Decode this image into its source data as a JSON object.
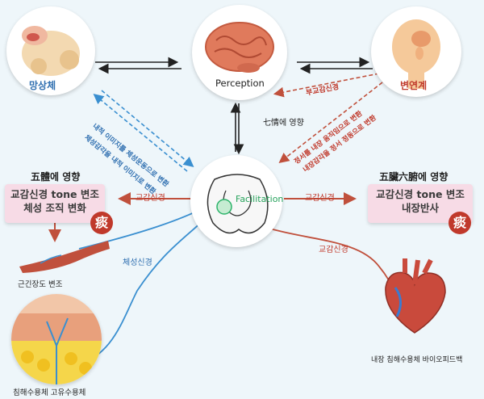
{
  "nodes": {
    "mangsangche": "망상체",
    "perception": "Perception",
    "byeonyeongye": "변연계",
    "facilitation": "Facilitation"
  },
  "arrow_labels": {
    "left_blue_1": "내적 이미지를 체성운동으로 변환",
    "left_blue_2": "체성감각을 내적 이미지로 변환",
    "right_red_top": "부교감신경",
    "right_red_1": "정서를 내장 움직임으로 변환",
    "right_red_2": "내장감각을 정서 정동으로 변환",
    "chiljeong": "七情에 영향",
    "left_sympathetic": "교감신경",
    "right_sympathetic": "교감신경",
    "somatic_nerve": "체성신경",
    "heart_sympathetic": "교감신경"
  },
  "left_panel": {
    "heading": "五體에 영향",
    "line1": "교감신경 tone 변조",
    "line2": "체성 조직 변화",
    "badge": "痰"
  },
  "right_panel": {
    "heading": "五臟六腑에 영향",
    "line1": "교감신경 tone 변조",
    "line2": "내장반사",
    "badge": "痰"
  },
  "captions": {
    "muscle": "근긴장도 변조",
    "skin": "침해수용체  고유수용체",
    "heart": "내장 침해수용체 바이오피드백"
  },
  "colors": {
    "blue_label": "#2f6fb0",
    "red_label": "#c0392b",
    "arrow_blue": "#3a8fd0",
    "arrow_red": "#c0503c",
    "box_fill": "#f7dbe6"
  }
}
